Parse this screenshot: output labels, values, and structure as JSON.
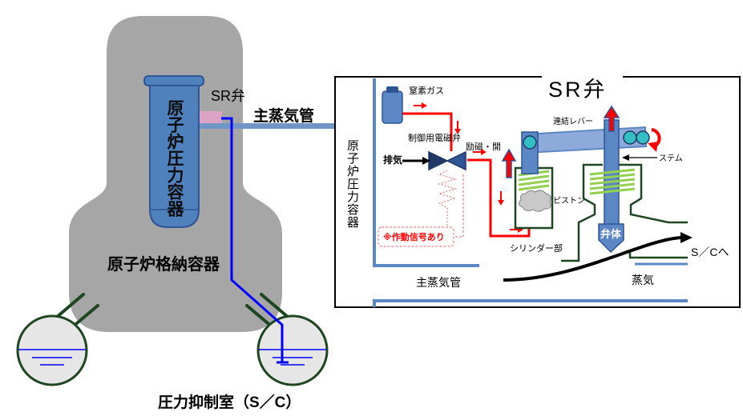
{
  "left_diagram": {
    "reactor_pressure_vessel": "原子炉圧力容器",
    "sr_valve": "SR弁",
    "main_steam_pipe": "主蒸気管",
    "containment_vessel": "原子炉格納容器",
    "suppression_chamber": "圧力抑制室（S／C）"
  },
  "right_diagram": {
    "title": "SR弁",
    "reactor_pressure_vessel": "原子炉圧力容器",
    "nitrogen_gas": "窒素ガス",
    "control_solenoid_valve": "制御用電磁弁",
    "excitation_open": "励磁・開",
    "exhaust": "排気",
    "operation_signal": "※作動信号あり",
    "linkage_lever": "連結レバー",
    "stem": "ステム",
    "piston": "ピストン",
    "cylinder": "シリンダー部",
    "valve_disc": "弁体",
    "to_suppression_chamber": "S／Cへ",
    "main_steam_pipe": "主蒸気管",
    "steam": "蒸気"
  },
  "colors": {
    "containment_gray": "#a6a6a6",
    "vessel_blue": "#4f81bd",
    "discharge_line_blue": "#0000ff",
    "vent_pipe_green": "#1e4620",
    "signal_red": "#ff0000",
    "spring_green": "#92d050",
    "pivot_teal": "#33bfc4"
  }
}
